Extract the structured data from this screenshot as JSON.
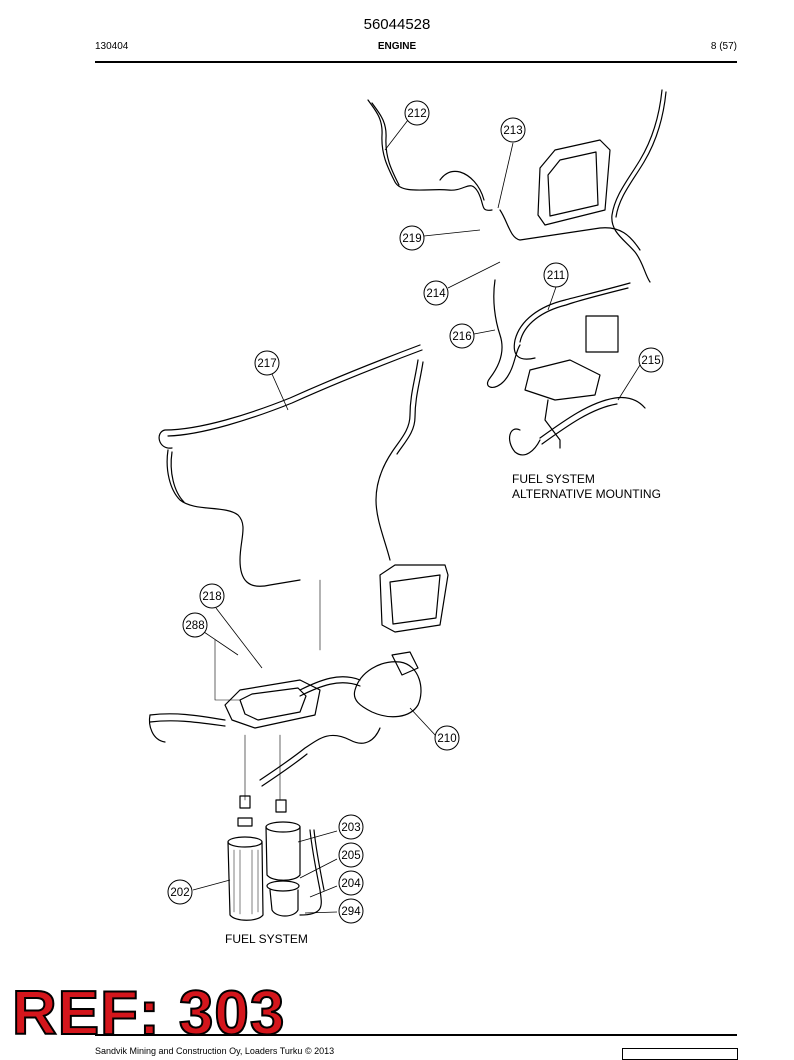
{
  "header": {
    "doc_number": "56044528",
    "date_code": "130404",
    "section": "ENGINE",
    "page": "8 (57)"
  },
  "captions": {
    "alt_line1": "FUEL SYSTEM",
    "alt_line2": "ALTERNATIVE MOUNTING",
    "main": "FUEL SYSTEM"
  },
  "callouts": [
    {
      "id": "212",
      "label": "212"
    },
    {
      "id": "213",
      "label": "213"
    },
    {
      "id": "219",
      "label": "219"
    },
    {
      "id": "211",
      "label": "211"
    },
    {
      "id": "214",
      "label": "214"
    },
    {
      "id": "216",
      "label": "216"
    },
    {
      "id": "215",
      "label": "215"
    },
    {
      "id": "217",
      "label": "217"
    },
    {
      "id": "218",
      "label": "218"
    },
    {
      "id": "288",
      "label": "288"
    },
    {
      "id": "210",
      "label": "210"
    },
    {
      "id": "203",
      "label": "203"
    },
    {
      "id": "205",
      "label": "205"
    },
    {
      "id": "204",
      "label": "204"
    },
    {
      "id": "202",
      "label": "202"
    },
    {
      "id": "294",
      "label": "294"
    }
  ],
  "stamp": {
    "text": "REF: 303",
    "color": "#d4161c"
  },
  "footer": {
    "copyright": "Sandvik Mining and Construction Oy, Loaders Turku © 2013"
  }
}
